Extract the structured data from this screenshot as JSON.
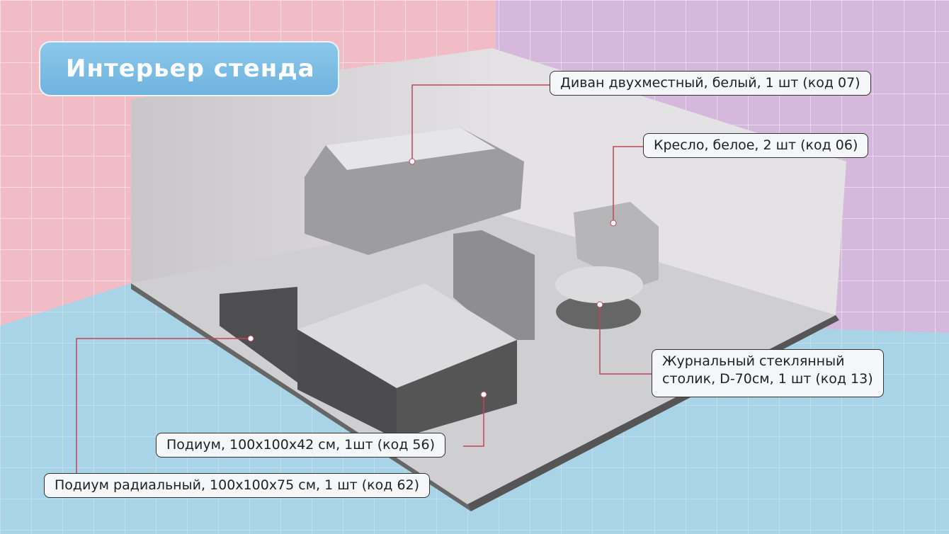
{
  "title": "Интерьер стенда",
  "labels": {
    "sofa": "Диван двухместный, белый, 1 шт (код 07)",
    "armchair": "Кресло, белое, 2 шт (код 06)",
    "table_line1": "Журнальный стеклянный",
    "table_line2": "столик, D-70см, 1 шт (код 13)",
    "podium": "Подиум, 100х100х42 см, 1шт (код 56)",
    "podium_radial": "Подиум радиальный, 100х100х75 см, 1 шт (код 62)"
  },
  "colors": {
    "wall_left": "#f2bcc6",
    "wall_right": "#d5b8dc",
    "floor": "#a9d3e6",
    "title_bg": "#7bbbe3",
    "leader": "#c0455a"
  }
}
